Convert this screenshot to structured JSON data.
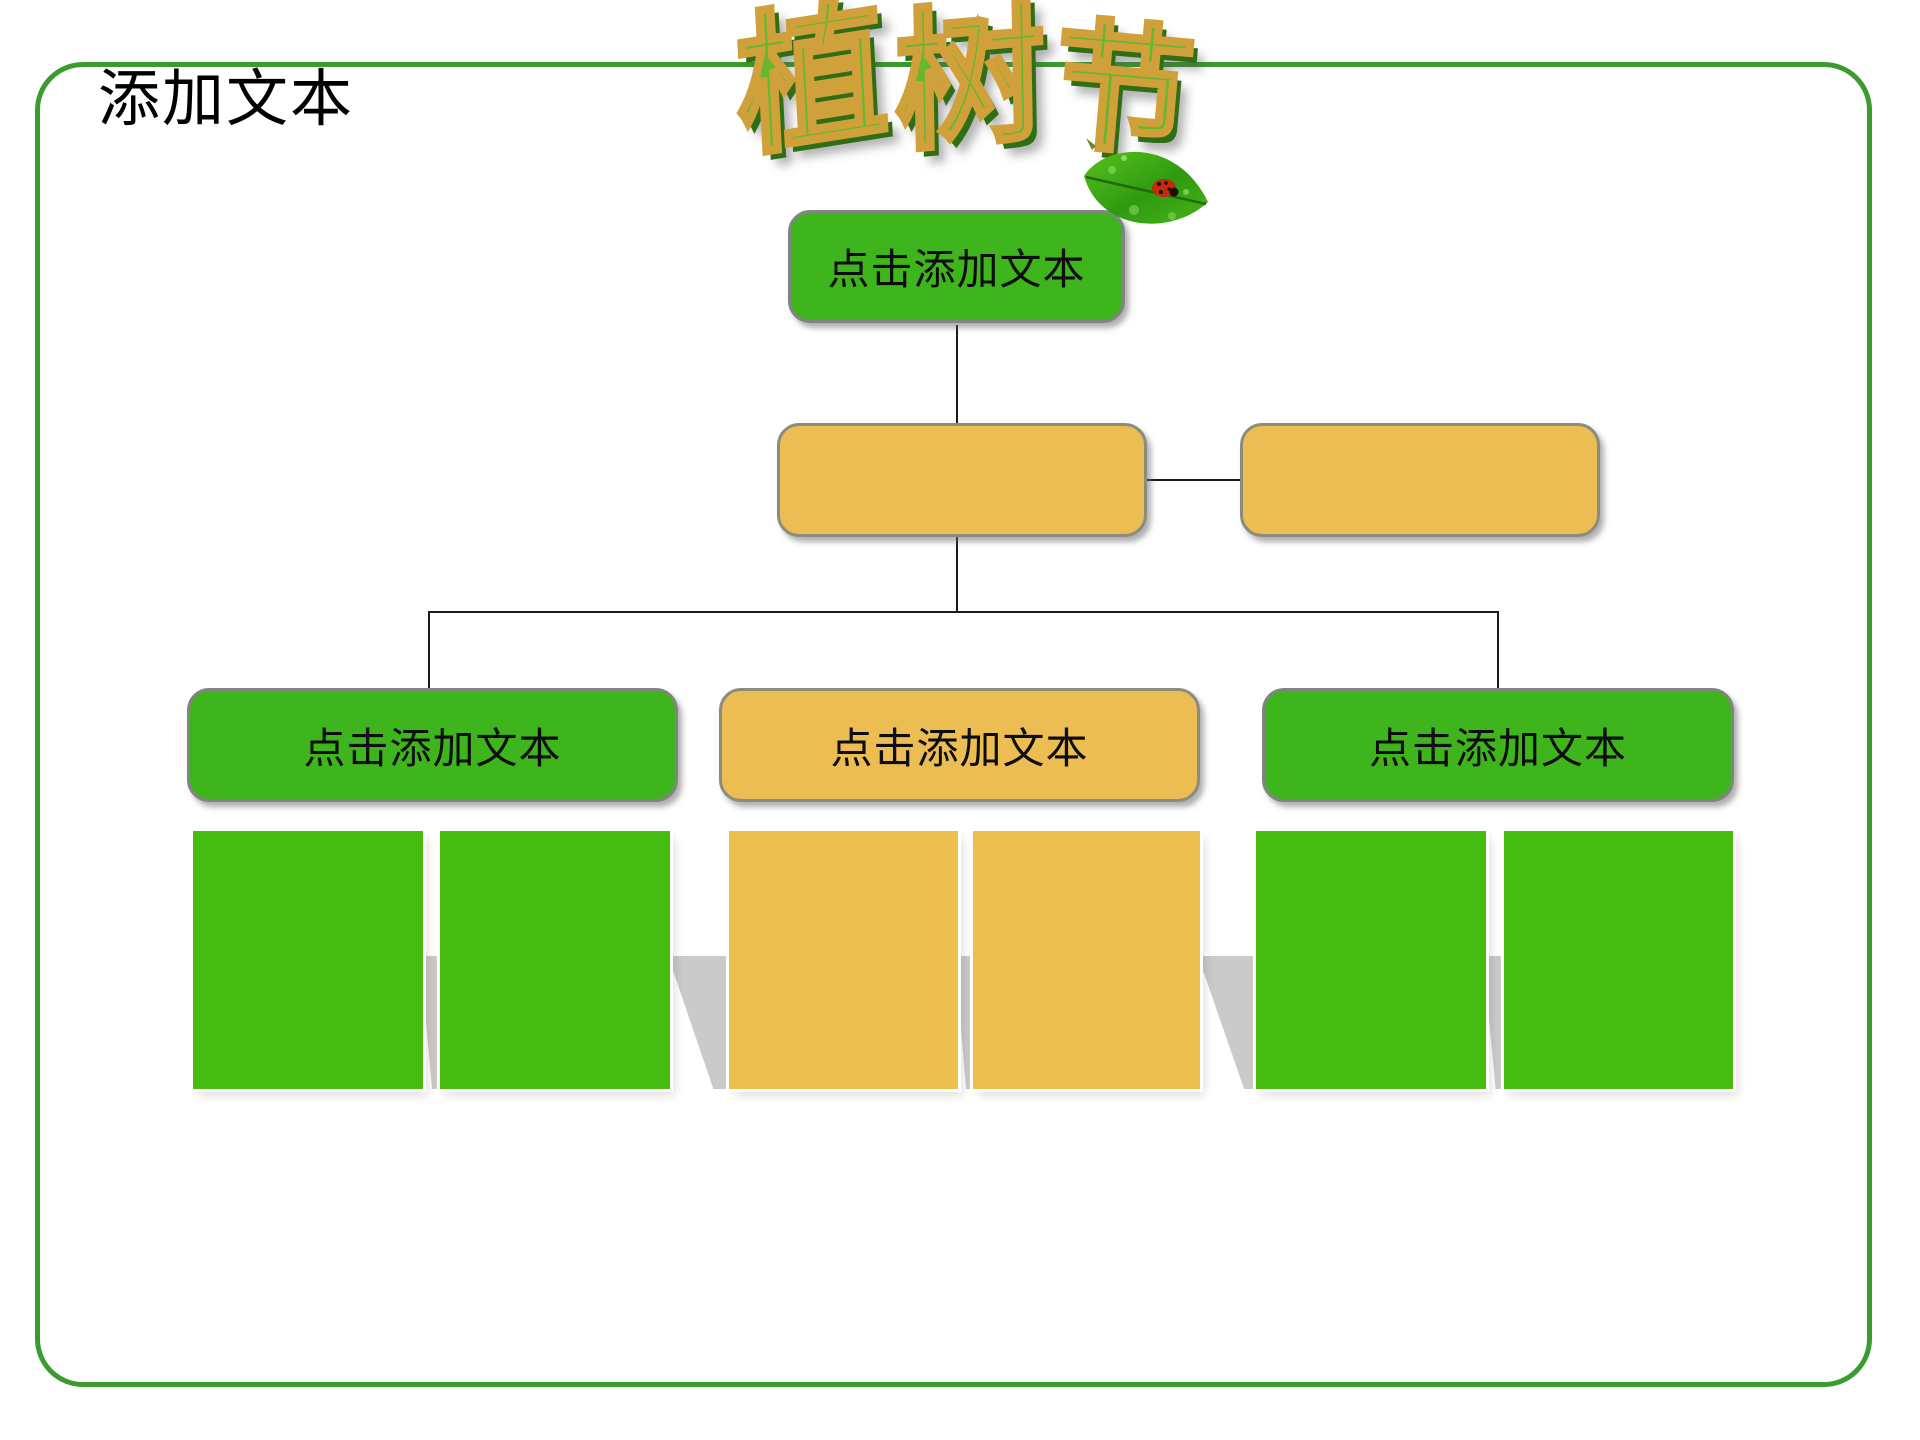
{
  "slide": {
    "title": "添加文本",
    "banner": {
      "text": "植树节",
      "chars": [
        "植",
        "树",
        "节"
      ]
    },
    "org_chart": {
      "root_label": "点击添加文本",
      "parent_boxes": [
        {
          "label": ""
        },
        {
          "label": ""
        }
      ],
      "child_labels": [
        "点击添加文本",
        "点击添加文本",
        "点击添加文本"
      ]
    },
    "colors": {
      "green_box": "#3eb51c",
      "green_rect": "#46bb10",
      "orange_box": "#ebbd52",
      "orange_rect": "#edbf4e",
      "frame_border": "#3a9b2e",
      "box_border": "#838383",
      "connector": "#1a1a1a",
      "shadow": "#cacaca"
    }
  }
}
